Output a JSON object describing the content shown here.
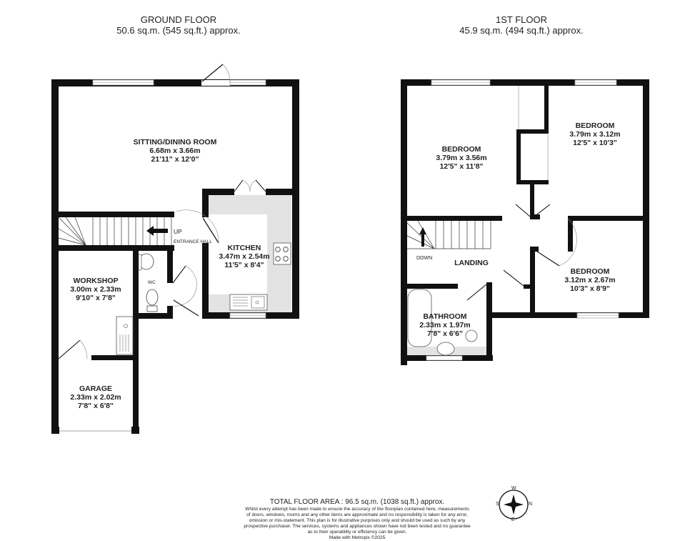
{
  "ground_floor": {
    "title": "GROUND FLOOR",
    "area": "50.6 sq.m. (545 sq.ft.) approx.",
    "rooms": [
      {
        "name": "SITTING/DINING ROOM",
        "metric": "6.68m  x 3.66m",
        "imperial": "21'11\"  x 12'0\""
      },
      {
        "name": "KITCHEN",
        "metric": "3.47m  x 2.54m",
        "imperial": "11'5\"  x 8'4\""
      },
      {
        "name": "WORKSHOP",
        "metric": "3.00m  x 2.33m",
        "imperial": "9'10\"  x 7'8\""
      },
      {
        "name": "GARAGE",
        "metric": "2.33m  x 2.02m",
        "imperial": "7'8\"  x 6'8\""
      }
    ],
    "labels": {
      "entrance_hall": "ENTRANCE HALL",
      "wc": "WC",
      "up": "UP"
    }
  },
  "first_floor": {
    "title": "1ST FLOOR",
    "area": "45.9 sq.m. (494 sq.ft.) approx.",
    "rooms": [
      {
        "name": "BEDROOM",
        "metric": "3.79m  x 3.56m",
        "imperial": "12'5\"  x 11'8\""
      },
      {
        "name": "BEDROOM",
        "metric": "3.79m  x 3.12m",
        "imperial": "12'5\"  x 10'3\""
      },
      {
        "name": "BEDROOM",
        "metric": "3.12m  x 2.67m",
        "imperial": "10'3\"  x 8'9\""
      },
      {
        "name": "BATHROOM",
        "metric": "2.33m  x 1.97m",
        "imperial": "7'8\"  x 6'6\""
      },
      {
        "name": "LANDING",
        "metric": "",
        "imperial": ""
      }
    ],
    "labels": {
      "down": "DOWN"
    }
  },
  "footer": {
    "total": "TOTAL FLOOR AREA : 96.5 sq.m. (1038 sq.ft.) approx.",
    "disclaimer": [
      "Whilst every attempt has been made to ensure the accuracy of the floorplan contained here, measurements",
      "of doors, windows, rooms and any other items are approximate and no responsibility is taken for any error,",
      "omission or mis-statement. This plan is for illustrative purposes only and should be used as such by any",
      "prospective purchaser. The services, systems and appliances shown have not been tested and no guarantee",
      "as to their operability or efficiency can be given."
    ],
    "credit": "Made with Metropix ©2025"
  },
  "compass": {
    "n": "N",
    "s": "S",
    "e": "E",
    "w": "W"
  },
  "colors": {
    "wall": "#111111",
    "fitted": "#e3e3e3",
    "window": "#ffffff"
  }
}
